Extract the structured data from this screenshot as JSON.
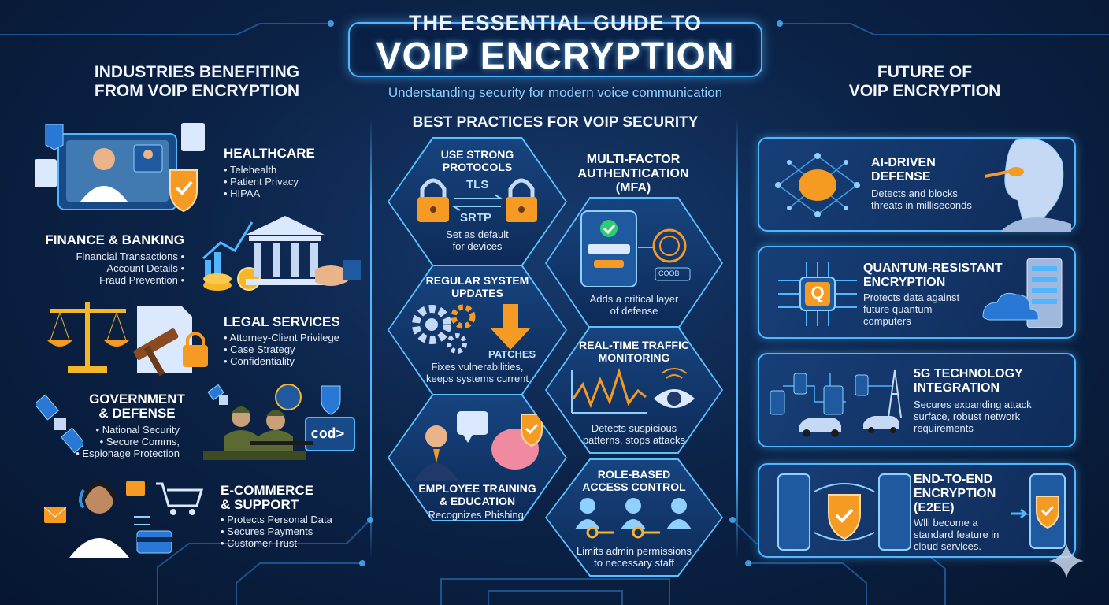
{
  "header": {
    "title_top": "THE ESSENTIAL GUIDE TO",
    "title_main": "VOIP ENCRYPTION",
    "subtitle": "Understanding security for modern voice communication"
  },
  "left": {
    "heading_line1": "INDUSTRIES BENEFITING",
    "heading_line2": "FROM VOIP ENCRYPTION",
    "industries": [
      {
        "title": "HEALTHCARE",
        "items": [
          "Telehealth",
          "Patient Privacy",
          "HIPAA"
        ]
      },
      {
        "title": "FINANCE & BANKING",
        "items": [
          "Financial Transactions",
          "Account Details",
          "Fraud Prevention"
        ]
      },
      {
        "title": "LEGAL SERVICES",
        "items": [
          "Attorney-Client Privilege",
          "Case Strategy",
          "Confidentiality"
        ]
      },
      {
        "title_line1": "GOVERNMENT",
        "title_line2": "& DEFENSE",
        "items": [
          "National Security",
          "Secure Comms,",
          "Espionage Protection"
        ]
      },
      {
        "title_line1": "E-COMMERCE",
        "title_line2": "& SUPPORT",
        "items": [
          "Protects Personal Data",
          "Secures Payments",
          "Customer Trust"
        ]
      }
    ],
    "icon_labels": {
      "code": "cod>"
    }
  },
  "center": {
    "heading": "BEST PRACTICES FOR VOIP SECURITY",
    "cards": [
      {
        "title_line1": "USE STRONG",
        "title_line2": "PROTOCOLS",
        "desc_line1": "Set as default",
        "desc_line2": "for devices",
        "label_a": "TLS",
        "label_b": "SRTP"
      },
      {
        "title_line1": "MULTI-FACTOR",
        "title_line2": "AUTHENTICATION",
        "title_line3": "(MFA)",
        "desc_line1": "Adds a critical layer",
        "desc_line2": "of defense",
        "code": "COOB"
      },
      {
        "title_line1": "REGULAR SYSTEM",
        "title_line2": "UPDATES",
        "label": "PATCHES",
        "desc_line1": "Fixes vulnerabilities,",
        "desc_line2": "keeps systems current"
      },
      {
        "title_line1": "REAL-TIME TRAFFIC",
        "title_line2": "MONITORING",
        "desc_line1": "Detects suspicious",
        "desc_line2": "patterns, stops attacks"
      },
      {
        "title_line1": "EMPLOYEE TRAINING",
        "title_line2": "& EDUCATION",
        "desc_line1": "Recognizes Phishing,"
      },
      {
        "title_line1": "ROLE-BASED",
        "title_line2": "ACCESS CONTROL",
        "desc_line1": "Limits admin permissions",
        "desc_line2": "to necessary staff"
      }
    ]
  },
  "right": {
    "heading_line1": "FUTURE OF",
    "heading_line2": "VOIP ENCRYPTION",
    "cards": [
      {
        "title_line1": "AI-DRIVEN",
        "title_line2": "DEFENSE",
        "desc_line1": "Detects and blocks",
        "desc_line2": "threats in milliseconds"
      },
      {
        "title_line1": "QUANTUM-RESISTANT",
        "title_line2": "ENCRYPTION",
        "desc_line1": "Protects data against",
        "desc_line2": "future quantum",
        "desc_line3": "computers",
        "badge": "Q"
      },
      {
        "title_line1": "5G TECHNOLOGY",
        "title_line2": "INTEGRATION",
        "desc_line1": "Secures expanding attack",
        "desc_line2": "surface, robust network",
        "desc_line3": "requirements"
      },
      {
        "title_line1": "END-TO-END",
        "title_line2": "ENCRYPTION",
        "title_line3": "(E2EE)",
        "desc_line1": "Wlli become a",
        "desc_line2": "standard feature in",
        "desc_line3": "cloud services."
      }
    ]
  },
  "colors": {
    "accent": "#4fb6ff",
    "orange": "#f59a23",
    "background": "#0c2449"
  }
}
